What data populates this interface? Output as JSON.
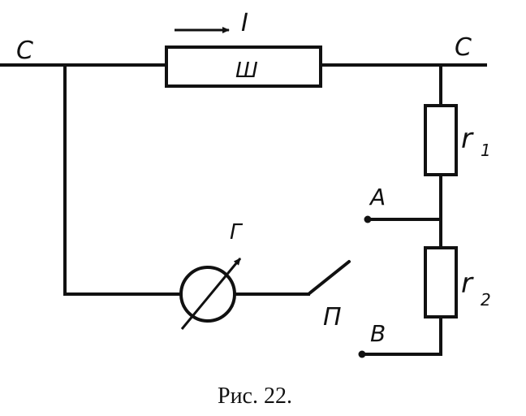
{
  "diagram": {
    "labels": {
      "node_left": "C",
      "node_right": "C",
      "current": "I",
      "shunt": "Ш",
      "r1_letter": "r",
      "r1_sub": "1",
      "r2_letter": "r",
      "r2_sub": "2",
      "point_a": "A",
      "point_b": "B",
      "galvanometer": "Г",
      "switch": "П"
    },
    "caption": "Рис. 22."
  }
}
